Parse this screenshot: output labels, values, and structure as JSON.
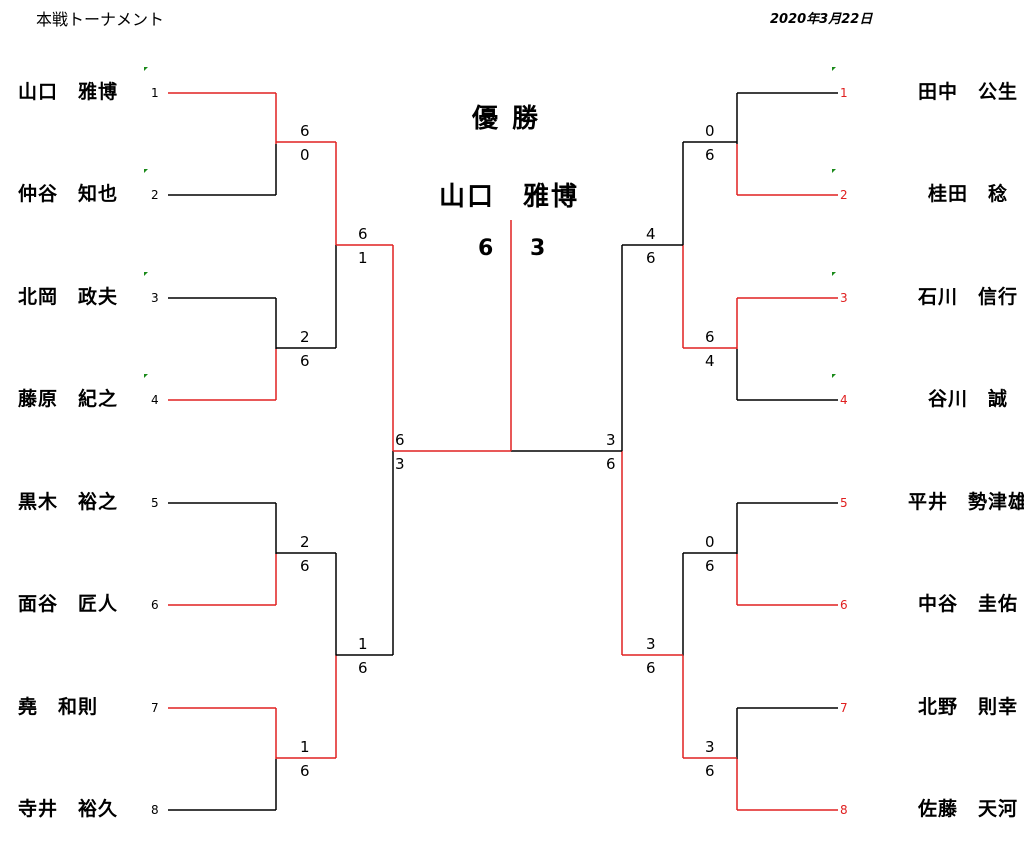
{
  "header": {
    "title": "本戦トーナメント",
    "date": "2020年3月22日"
  },
  "colors": {
    "win": "#e02020",
    "lose": "#000000",
    "marker": "#1a8a1a"
  },
  "left_players": [
    {
      "name": "山口　雅博",
      "seed": "1"
    },
    {
      "name": "仲谷　知也",
      "seed": "2"
    },
    {
      "name": "北岡　政夫",
      "seed": "3"
    },
    {
      "name": "藤原　紀之",
      "seed": "4"
    },
    {
      "name": "黒木　裕之",
      "seed": "5"
    },
    {
      "name": "面谷　匠人",
      "seed": "6"
    },
    {
      "name": "堯　和則",
      "seed": "7"
    },
    {
      "name": "寺井　裕久",
      "seed": "8"
    }
  ],
  "right_players": [
    {
      "name": "田中　公生",
      "seed": "1"
    },
    {
      "name": "桂田　稔",
      "seed": "2"
    },
    {
      "name": "石川　信行",
      "seed": "3"
    },
    {
      "name": "谷川　誠",
      "seed": "4"
    },
    {
      "name": "平井　勢津雄",
      "seed": "5"
    },
    {
      "name": "中谷　圭佑",
      "seed": "6"
    },
    {
      "name": "北野　則幸",
      "seed": "7"
    },
    {
      "name": "佐藤　天河",
      "seed": "8"
    }
  ],
  "left_scores": {
    "r1": [
      [
        "6",
        "0"
      ],
      [
        "2",
        "6"
      ],
      [
        "2",
        "6"
      ],
      [
        "1",
        "6"
      ]
    ],
    "r2": [
      [
        "6",
        "1"
      ],
      [
        "1",
        "6"
      ]
    ],
    "sf": [
      "6",
      "3"
    ]
  },
  "right_scores": {
    "r1": [
      [
        "0",
        "6"
      ],
      [
        "6",
        "4"
      ],
      [
        "0",
        "6"
      ],
      [
        "3",
        "6"
      ]
    ],
    "r2": [
      [
        "4",
        "6"
      ],
      [
        "3",
        "6"
      ]
    ],
    "sf": [
      "3",
      "6"
    ]
  },
  "champion": {
    "title": "優勝",
    "name": "山口　雅博",
    "score_left": "6",
    "score_right": "3"
  }
}
